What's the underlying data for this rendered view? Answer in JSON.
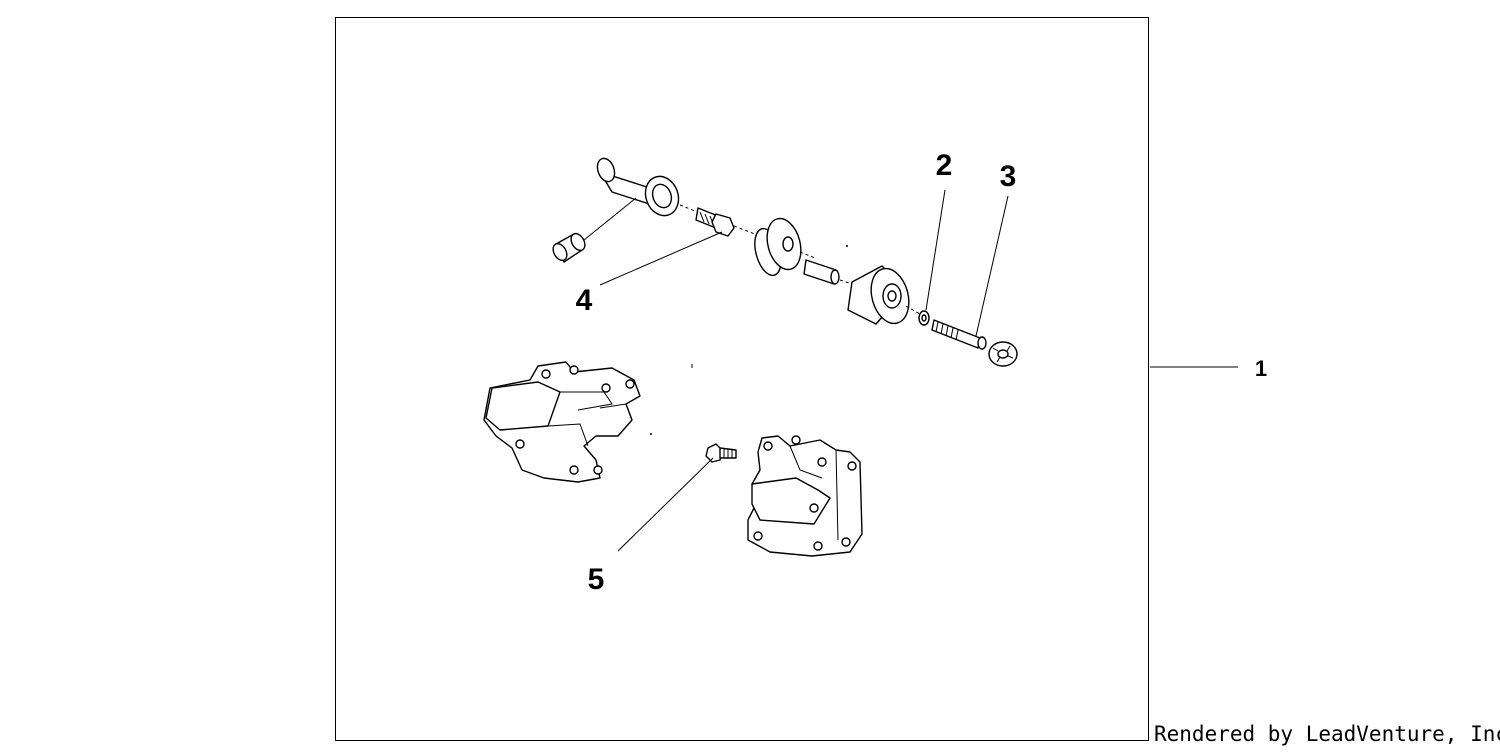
{
  "diagram": {
    "callouts": {
      "c1": "1",
      "c2": "2",
      "c3": "3",
      "c4": "4",
      "c5": "5"
    },
    "credit": "Rendered by LeadVenture, Inc."
  }
}
